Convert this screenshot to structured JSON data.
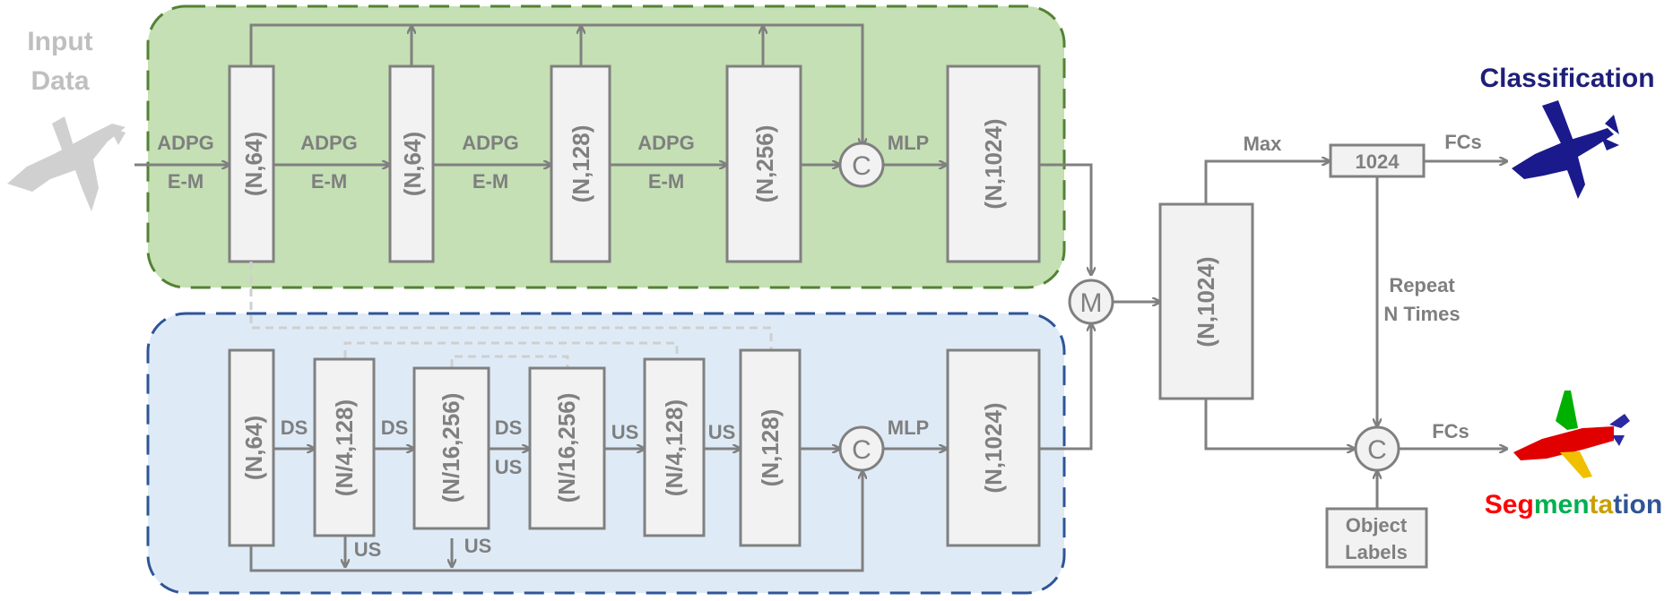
{
  "input": {
    "line1": "Input",
    "line2": "Data"
  },
  "edges": {
    "adpg": "ADPG",
    "em": "E-M",
    "mlp": "MLP",
    "ds": "DS",
    "us": "US",
    "max": "Max",
    "fcs": "FCs",
    "repeat1": "Repeat",
    "repeat2": "N Times"
  },
  "ops": {
    "concat": "C",
    "merge": "M"
  },
  "blocks": {
    "t_n64a": "(N,64)",
    "t_n64b": "(N,64)",
    "t_n128": "(N,128)",
    "t_n256": "(N,256)",
    "t_n1024": "(N,1024)",
    "b_n64": "(N,64)",
    "b_n4_128a": "(N/4,128)",
    "b_n16_256a": "(N/16,256)",
    "b_n16_256b": "(N/16,256)",
    "b_n4_128b": "(N/4,128)",
    "b_n128": "(N,128)",
    "b_n1024": "(N,1024)",
    "m_n1024": "(N,1024)",
    "g1024": "1024",
    "obj1": "Object",
    "obj2": "Labels"
  },
  "outputs": {
    "classification": "Classification",
    "seg": [
      "Seg",
      "men",
      "ta",
      "tion"
    ]
  },
  "colors": {
    "green_panel_fill": "#c5e0b4",
    "green_panel_border": "#548235",
    "blue_panel_fill": "#deebf7",
    "blue_panel_border": "#2f5597",
    "classification": "#1f1f7a",
    "seg_parts": [
      "#ff0000",
      "#00b050",
      "#c9a000",
      "#2f5597"
    ]
  },
  "icons": [
    "input-airplane-icon",
    "classification-airplane-icon",
    "segmentation-airplane-icon"
  ]
}
